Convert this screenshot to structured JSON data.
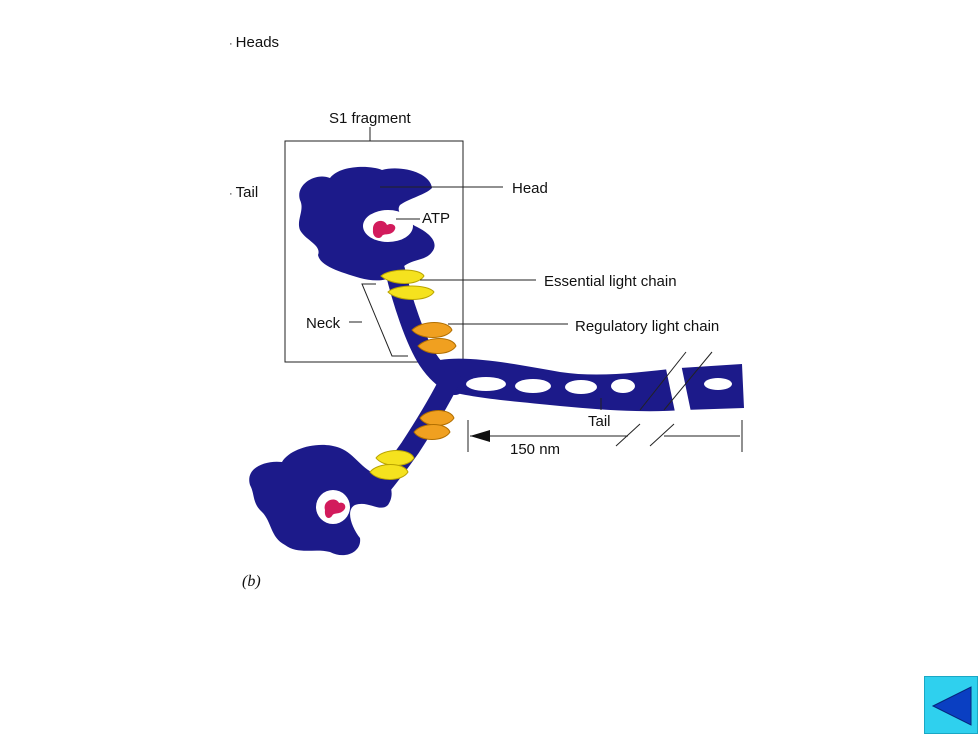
{
  "bullets": {
    "heads": "Heads",
    "tail": "Tail"
  },
  "diagram": {
    "labels": {
      "s1_fragment": "S1 fragment",
      "head": "Head",
      "atp": "ATP",
      "essential_light_chain": "Essential light chain",
      "neck": "Neck",
      "regulatory_light_chain": "Regulatory light chain",
      "tail": "Tail",
      "length": "150 nm",
      "panel": "(b)"
    },
    "colors": {
      "myosin": "#1c1a8a",
      "essential_light_chain": "#f5e21e",
      "regulatory_light_chain": "#f0a020",
      "atp": "#d21b5c",
      "nav_button": "#2fd0ee"
    }
  },
  "navigation": {
    "back_icon": "triangle-left-icon"
  }
}
